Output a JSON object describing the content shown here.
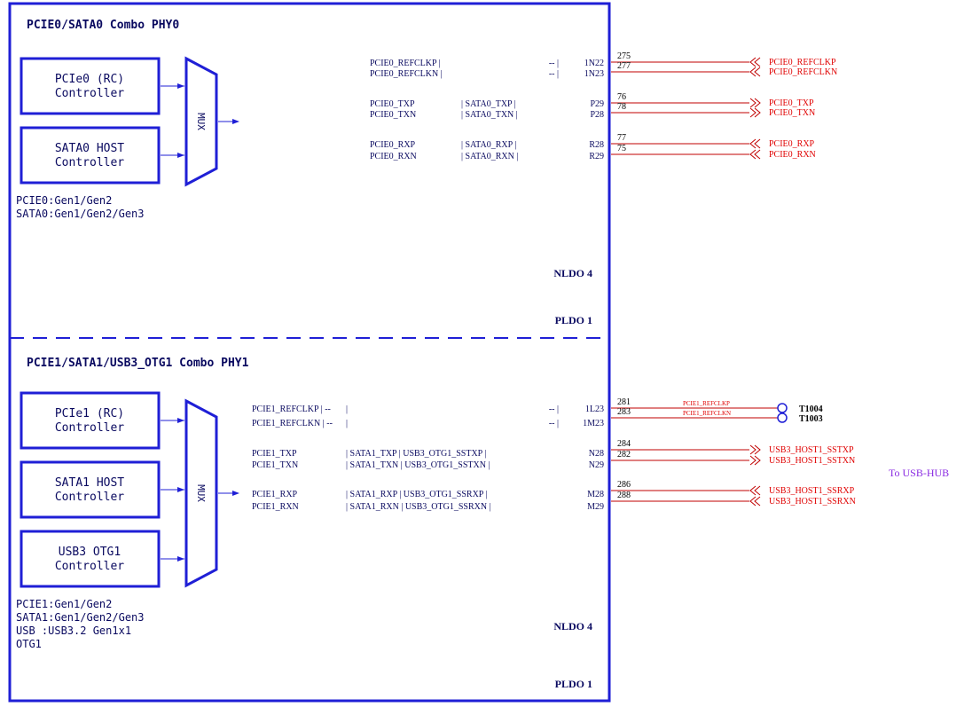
{
  "phy0": {
    "title": "PCIE0/SATA0 Combo PHY0",
    "blocks": [
      "PCIe0 (RC)\nController",
      "SATA0 HOST\nController"
    ],
    "mux": "MUX",
    "notes": [
      "PCIE0:Gen1/Gen2",
      "SATA0:Gen1/Gen2/Gen3"
    ],
    "pins": [
      {
        "c1": "PCIE0_REFCLKP |",
        "c2": "",
        "c3": "-- |",
        "ball": "1N22"
      },
      {
        "c1": "PCIE0_REFCLKN |",
        "c2": "",
        "c3": "-- |",
        "ball": "1N23"
      },
      {
        "c1": "PCIE0_TXP",
        "c2": "| SATA0_TXP |",
        "c3": "",
        "ball": "P29"
      },
      {
        "c1": "PCIE0_TXN",
        "c2": "| SATA0_TXN |",
        "c3": "",
        "ball": "P28"
      },
      {
        "c1": "PCIE0_RXP",
        "c2": "| SATA0_RXP |",
        "c3": "",
        "ball": "R28"
      },
      {
        "c1": "PCIE0_RXN",
        "c2": "| SATA0_RXN |",
        "c3": "",
        "ball": "R29"
      }
    ],
    "nets": [
      {
        "num": "275",
        "name": "PCIE0_REFCLKP",
        "dir": "in"
      },
      {
        "num": "277",
        "name": "PCIE0_REFCLKN",
        "dir": "in"
      },
      {
        "num": "76",
        "name": "PCIE0_TXP",
        "dir": "out"
      },
      {
        "num": "78",
        "name": "PCIE0_TXN",
        "dir": "out"
      },
      {
        "num": "77",
        "name": "PCIE0_RXP",
        "dir": "in"
      },
      {
        "num": "75",
        "name": "PCIE0_RXN",
        "dir": "in"
      }
    ],
    "power": [
      "NLDO 4",
      "PLDO 1"
    ]
  },
  "phy1": {
    "title": "PCIE1/SATA1/USB3_OTG1 Combo PHY1",
    "blocks": [
      "PCIe1 (RC)\nController",
      "SATA1 HOST\nController",
      "USB3 OTG1\nController"
    ],
    "mux": "MUX",
    "notes": [
      "PCIE1:Gen1/Gen2",
      "SATA1:Gen1/Gen2/Gen3",
      "USB  :USB3.2 Gen1x1",
      "OTG1"
    ],
    "pins": [
      {
        "c1": "PCIE1_REFCLKP | --",
        "c2": "|",
        "c3": "-- |",
        "ball": "1L23"
      },
      {
        "c1": "PCIE1_REFCLKN | --",
        "c2": "|",
        "c3": "-- |",
        "ball": "1M23"
      },
      {
        "c1": "PCIE1_TXP",
        "c2": "| SATA1_TXP | USB3_OTG1_SSTXP |",
        "c3": "",
        "ball": "N28"
      },
      {
        "c1": "PCIE1_TXN",
        "c2": "| SATA1_TXN | USB3_OTG1_SSTXN |",
        "c3": "",
        "ball": "N29"
      },
      {
        "c1": "PCIE1_RXP",
        "c2": "| SATA1_RXP | USB3_OTG1_SSRXP |",
        "c3": "",
        "ball": "M28"
      },
      {
        "c1": "PCIE1_RXN",
        "c2": "| SATA1_RXN | USB3_OTG1_SSRXN |",
        "c3": "",
        "ball": "M29"
      }
    ],
    "nets": [
      {
        "num": "281",
        "name": "PCIE1_REFCLKP",
        "dir": "tp",
        "tp": "T1004"
      },
      {
        "num": "283",
        "name": "PCIE1_REFCLKN",
        "dir": "tp",
        "tp": "T1003"
      },
      {
        "num": "284",
        "name": "USB3_HOST1_SSTXP",
        "dir": "out"
      },
      {
        "num": "282",
        "name": "USB3_HOST1_SSTXN",
        "dir": "out"
      },
      {
        "num": "286",
        "name": "USB3_HOST1_SSRXP",
        "dir": "in"
      },
      {
        "num": "288",
        "name": "USB3_HOST1_SSRXN",
        "dir": "in"
      }
    ],
    "power": [
      "NLDO 4",
      "PLDO 1"
    ],
    "annotation": "To USB-HUB"
  },
  "colors": {
    "frame": "#1f1fd6",
    "wire": "#c00000",
    "net_label": "#e00000",
    "text": "#0a0a60",
    "annotation": "#8a2be2"
  }
}
